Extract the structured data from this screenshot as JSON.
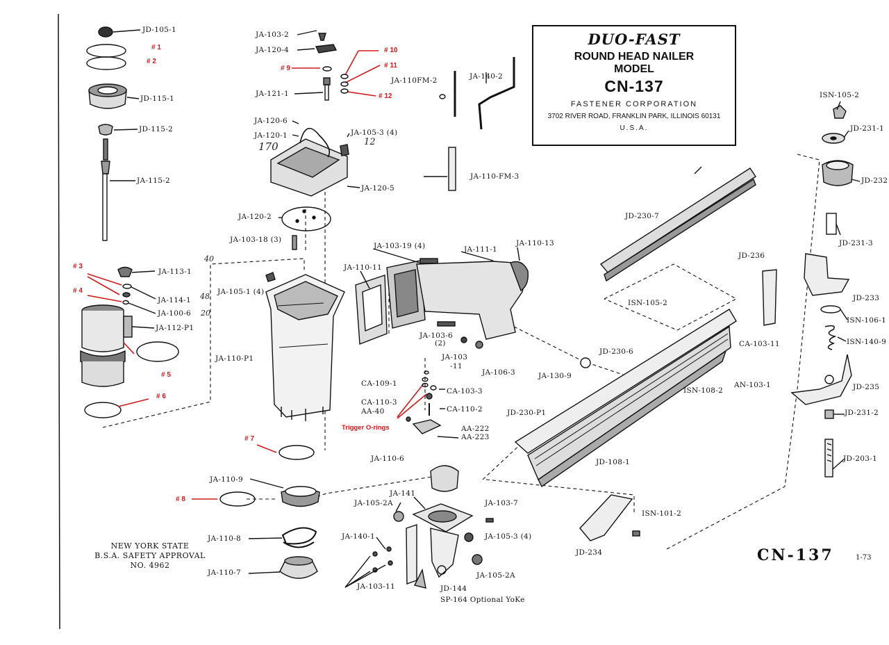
{
  "title_block": {
    "brand": "DUO-FAST",
    "line1": "ROUND HEAD NAILER",
    "line2": "MODEL",
    "model": "CN-137",
    "company": "FASTENER CORPORATION",
    "address": "3702 RIVER ROAD, FRANKLIN PARK, ILLINOIS 60131",
    "country": "U.S.A."
  },
  "approval": {
    "line1": "NEW YORK STATE",
    "line2": "B.S.A. SAFETY APPROVAL",
    "line3": "NO. 4962"
  },
  "model_footer": "CN-137",
  "date_code": "1-73",
  "yoke_note": "SP-164 Optional YoKe",
  "trigger_note": "Trigger O-rings",
  "part_labels": [
    "JD-105-1",
    "JD-115-1",
    "JD-115-2",
    "JA-115-2",
    "JA-113-1",
    "JA-114-1",
    "JA-100-6",
    "JA-112-P1",
    "JA-103-2",
    "JA-120-4",
    "JA-121-1",
    "JA-120-6",
    "JA-120-1",
    "JA-105-3 (4)",
    "JA-120-5",
    "JA-120-2",
    "JA-103-18 (3)",
    "JA-110FM-2",
    "JA-140-2",
    "JA-110-FM-3",
    "JA-103-19 (4)",
    "JA-111-1",
    "JA-110-13",
    "JA-110-11",
    "JA-105-1 (4)",
    "JA-110-P1",
    "JA-103-6",
    "(2)",
    "JA-103",
    "-11",
    "JA-106-3",
    "CA-109-1",
    "CA-103-3",
    "CA-110-3",
    "AA-40",
    "CA-110-2",
    "AA-222",
    "AA-223",
    "JA-130-9",
    "JA-110-6",
    "JA-110-9",
    "JA-141",
    "JA-105-2A",
    "JA-103-7",
    "JA-140-1",
    "JA-105-3 (4)",
    "JA-105-2A",
    "JA-110-8",
    "JA-110-7",
    "JA-103-11",
    "JD-144",
    "JD-230-7",
    "ISN-105-2",
    "JD-236",
    "CA-103-11",
    "JD-230-6",
    "ISN-108-2",
    "AN-103-1",
    "JD-230-P1",
    "JD-108-1",
    "ISN-101-2",
    "JD-234",
    "ISN-105-2",
    "JD-231-1",
    "JD-232",
    "JD-231-3",
    "JD-233",
    "ISN-106-1",
    "ISN-140-9",
    "JD-235",
    "JD-231-2",
    "JD-203-1"
  ],
  "oring_labels": [
    "# 1",
    "# 2",
    "# 3",
    "# 4",
    "# 5",
    "# 6",
    "# 7",
    "# 8",
    "# 9",
    "# 10",
    "# 11",
    "# 12"
  ],
  "handwritten": [
    "170",
    "12",
    "40",
    "48",
    "20"
  ],
  "colors": {
    "ink": "#111111",
    "annotation_red": "#d01a1a",
    "paper": "#ffffff"
  }
}
